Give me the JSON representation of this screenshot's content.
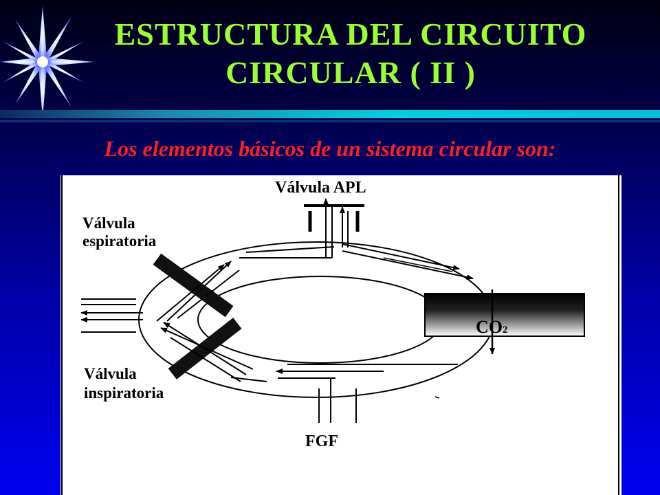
{
  "slide": {
    "title_line1": "ESTRUCTURA DEL CIRCUITO",
    "title_line2": "CIRCULAR ( II )",
    "subtitle": "Los elementos básicos de un sistema circular son:"
  },
  "diagram": {
    "label_apl": "Válvula APL",
    "label_exp_1": "Válvula",
    "label_exp_2": "espiratoria",
    "label_insp_1": "Válvula",
    "label_insp_2": "inspiratoria",
    "label_co2": "CO",
    "label_co2_sub": "2",
    "label_fgf": "FGF"
  },
  "colors": {
    "title": "#99ff33",
    "subtitle": "#ff2020",
    "accent_line": "#00c8d8"
  }
}
